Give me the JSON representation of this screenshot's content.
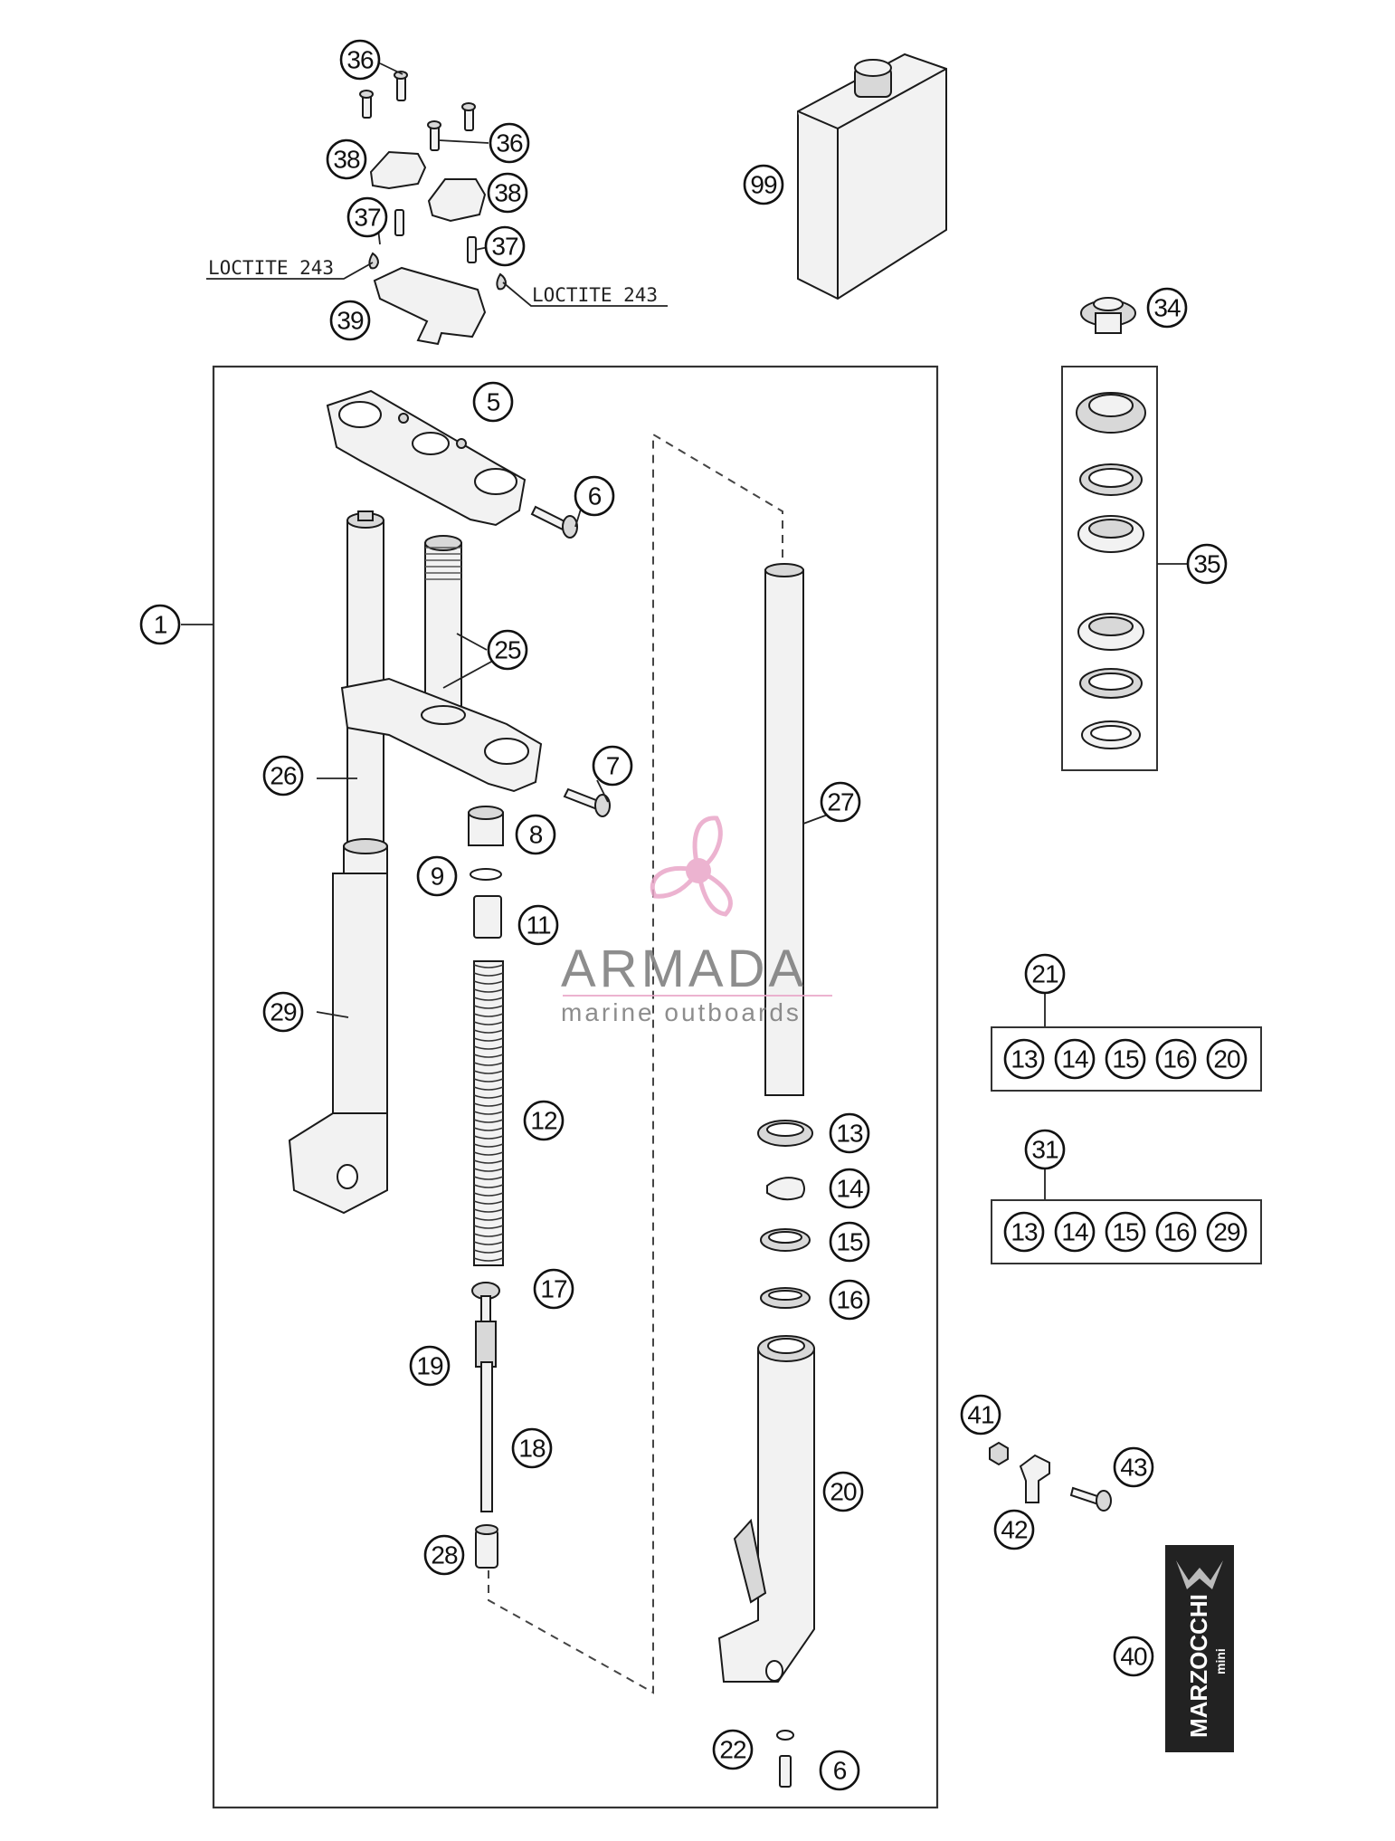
{
  "callouts": {
    "c36a": "36",
    "c36b": "36",
    "c38a": "38",
    "c38b": "38",
    "c37a": "37",
    "c37b": "37",
    "c39": "39",
    "c99": "99",
    "c34": "34",
    "c35": "35",
    "c1": "1",
    "c5": "5",
    "c6a": "6",
    "c25": "25",
    "c26": "26",
    "c7": "7",
    "c8": "8",
    "c9": "9",
    "c11": "11",
    "c27": "27",
    "c29": "29",
    "c12": "12",
    "c13": "13",
    "c14": "14",
    "c15": "15",
    "c16": "16",
    "c17": "17",
    "c19": "19",
    "c18": "18",
    "c20": "20",
    "c28": "28",
    "c22": "22",
    "c6b": "6",
    "c21": "21",
    "c31": "31",
    "c41": "41",
    "c42": "42",
    "c43": "43",
    "c40": "40"
  },
  "kit_21": {
    "label": "21",
    "items": [
      "13",
      "14",
      "15",
      "16",
      "20"
    ]
  },
  "kit_31": {
    "label": "31",
    "items": [
      "13",
      "14",
      "15",
      "16",
      "29"
    ]
  },
  "notes": {
    "loctite_left": "LOCTITE 243",
    "loctite_right": "LOCTITE 243"
  },
  "watermark": {
    "brand": "ARMADA",
    "tagline": "marine outboards",
    "color": "#e9a6c8"
  },
  "sticker": {
    "brand": "MARZOCCHI",
    "sub": "mini"
  }
}
